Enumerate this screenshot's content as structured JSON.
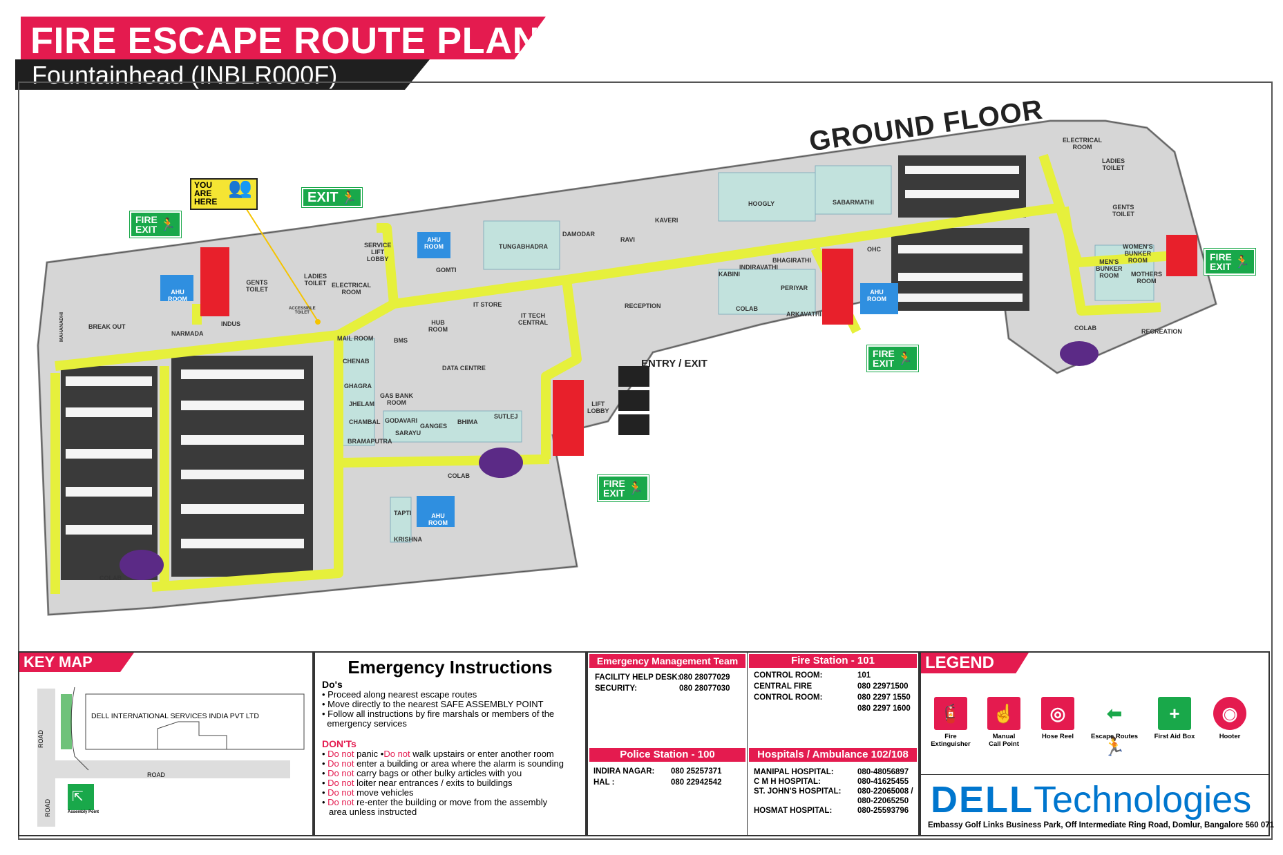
{
  "header": {
    "title": "FIRE ESCAPE ROUTE PLAN",
    "subtitle": "Fountainhead (INBLR000F)"
  },
  "map": {
    "floor_label": "GROUND FLOOR",
    "you_are_here": "YOU\nARE\nHERE",
    "entry_exit": "ENTRY / EXIT",
    "exit_sign": "EXIT",
    "fire_exit": "FIRE\nEXIT",
    "rooms": {
      "electrical_room_top": "ELECTRICAL\nROOM",
      "ladies_toilet_right": "LADIES\nTOILET",
      "gents_toilet_right": "GENTS\nTOILET",
      "womens_bunker": "WOMEN'S\nBUNKER\nROOM",
      "mens_bunker": "MEN'S\nBUNKER\nROOM",
      "mothers_room": "MOTHERS\nROOM",
      "recreation": "RECREATION",
      "colab_right": "COLAB",
      "ohc": "OHC",
      "ahu_mid": "AHU\nROOM",
      "sabarmathi": "SABARMATHI",
      "hoogly": "HOOGLY",
      "bhagirathi": "BHAGIRATHI",
      "indiravathi": "INDIRAVATHI",
      "kabini": "KABINI",
      "periyar": "PERIYAR",
      "arkavathi": "ARKAVATHI",
      "colab_mid": "COLAB",
      "kaveri": "KAVERI",
      "ravi": "RAVI",
      "damodar": "DAMODAR",
      "tungabhadra": "TUNGABHADRA",
      "reception": "RECEPTION",
      "lift_lobby": "LIFT\nLOBBY",
      "it_store": "IT STORE",
      "it_tech": "IT TECH\nCENTRAL",
      "gomti": "GOMTI",
      "ahu_top": "AHU\nROOM",
      "service_lift": "SERVICE\nLIFT\nLOBBY",
      "hub_room": "HUB\nROOM",
      "bms": "BMS",
      "data_centre": "DATA CENTRE",
      "mail_room": "MAIL ROOM",
      "chenab": "CHENAB",
      "ghagra": "GHAGRA",
      "jhelam": "JHELAM",
      "chambal": "CHAMBAL",
      "bramaputra": "BRAMAPUTRA",
      "gas_bank": "GAS BANK\nROOM",
      "godavari": "GODAVARI",
      "sarayu": "SARAYU",
      "ganges": "GANGES",
      "bhima": "BHIMA",
      "sutlej": "SUTLEJ",
      "colab_center": "COLAB",
      "tapti": "TAPTI",
      "krishna": "KRISHNA",
      "ahu_bottom": "AHU\nROOM",
      "electrical_room_left": "ELECTRICAL\nROOM",
      "ladies_toilet_left": "LADIES\nTOILET",
      "accessible_toilet": "ACCESSIBLE\nTOILET",
      "gents_toilet_left": "GENTS\nTOILET",
      "indus": "INDUS",
      "narmada": "NARMADA",
      "ahu_left": "AHU\nROOM",
      "break_out": "BREAK OUT",
      "mahanadhi": "MAHANADHI",
      "colab_left": "COLAB"
    }
  },
  "key_map": {
    "title": "KEY MAP",
    "building": "DELL INTERNATIONAL SERVICES INDIA PVT LTD",
    "road_h": "ROAD",
    "road_v1": "ROAD",
    "road_v2": "ROAD",
    "assembly": "Assembly Point"
  },
  "emergency": {
    "title": "Emergency Instructions",
    "dos_heading": "Do's",
    "dos": [
      "• Proceed along nearest escape routes",
      "• Move directly to the nearest SAFE ASSEMBLY POINT",
      "• Follow all instructions by fire marshals or members of the",
      "  emergency services"
    ],
    "donts_heading": "DON'Ts",
    "dont_prefix": "Do not",
    "donts": [
      {
        "a": "Do not",
        "b": " panic  •",
        "c": "Do not",
        "d": " walk upstairs or enter another room"
      },
      {
        "a": "Do not",
        "b": " enter a building or area where the alarm is sounding"
      },
      {
        "a": "Do not",
        "b": " carry bags or other bulky articles with you"
      },
      {
        "a": "Do not",
        "b": " loiter near entrances / exits to buildings"
      },
      {
        "a": "Do not",
        "b": " move vehicles"
      },
      {
        "a": "Do not",
        "b": " re-enter the building or move from the assembly"
      }
    ],
    "donts_tail": "area unless instructed"
  },
  "contacts": {
    "emt_title": "Emergency Management Team",
    "emt": [
      {
        "label": "FACILITY HELP DESK:",
        "value": "080 28077029"
      },
      {
        "label": "SECURITY:",
        "value": "080 28077030"
      }
    ],
    "fire_title": "Fire Station - 101",
    "fire": [
      {
        "label": "CONTROL ROOM:",
        "value": "101"
      },
      {
        "label": "CENTRAL FIRE",
        "value": "080 22971500"
      },
      {
        "label": "CONTROL ROOM:",
        "value": "080 2297 1550"
      },
      {
        "label": "",
        "value": "080 2297 1600"
      }
    ],
    "police_title": "Police Station - 100",
    "police": [
      {
        "label": "INDIRA NAGAR:",
        "value": "080 25257371"
      },
      {
        "label": "HAL :",
        "value": "080 22942542"
      }
    ],
    "hosp_title": "Hospitals / Ambulance 102/108",
    "hosp": [
      {
        "label": "MANIPAL HOSPITAL:",
        "value": "080-48056897"
      },
      {
        "label": "C M H HOSPITAL:",
        "value": "080-41625455"
      },
      {
        "label": "ST. JOHN'S HOSPITAL:",
        "value": "080-22065008 /"
      },
      {
        "label": "",
        "value": "080-22065250"
      },
      {
        "label": "HOSMAT HOSPITAL:",
        "value": "080-25593796"
      }
    ]
  },
  "legend": {
    "title": "LEGEND",
    "items": [
      {
        "label": "Fire\nExtinguisher",
        "icon": "fire-extinguisher-icon"
      },
      {
        "label": "Manual\nCall Point",
        "icon": "manual-call-point-icon"
      },
      {
        "label": "Hose Reel",
        "icon": "hose-reel-icon"
      },
      {
        "label": "Escape Routes",
        "icon": "escape-route-icon"
      },
      {
        "label": "First Aid Box",
        "icon": "first-aid-icon"
      },
      {
        "label": "Hooter",
        "icon": "hooter-icon"
      }
    ]
  },
  "brand": {
    "logo_a": "DELL",
    "logo_b": "Technologies",
    "address": "Embassy Golf Links Business Park, Off Intermediate Ring Road, Domlur, Bangalore 560 071"
  },
  "colors": {
    "accent": "#e41b4f",
    "route": "#e6f03c",
    "exit_green": "#19a84a"
  }
}
